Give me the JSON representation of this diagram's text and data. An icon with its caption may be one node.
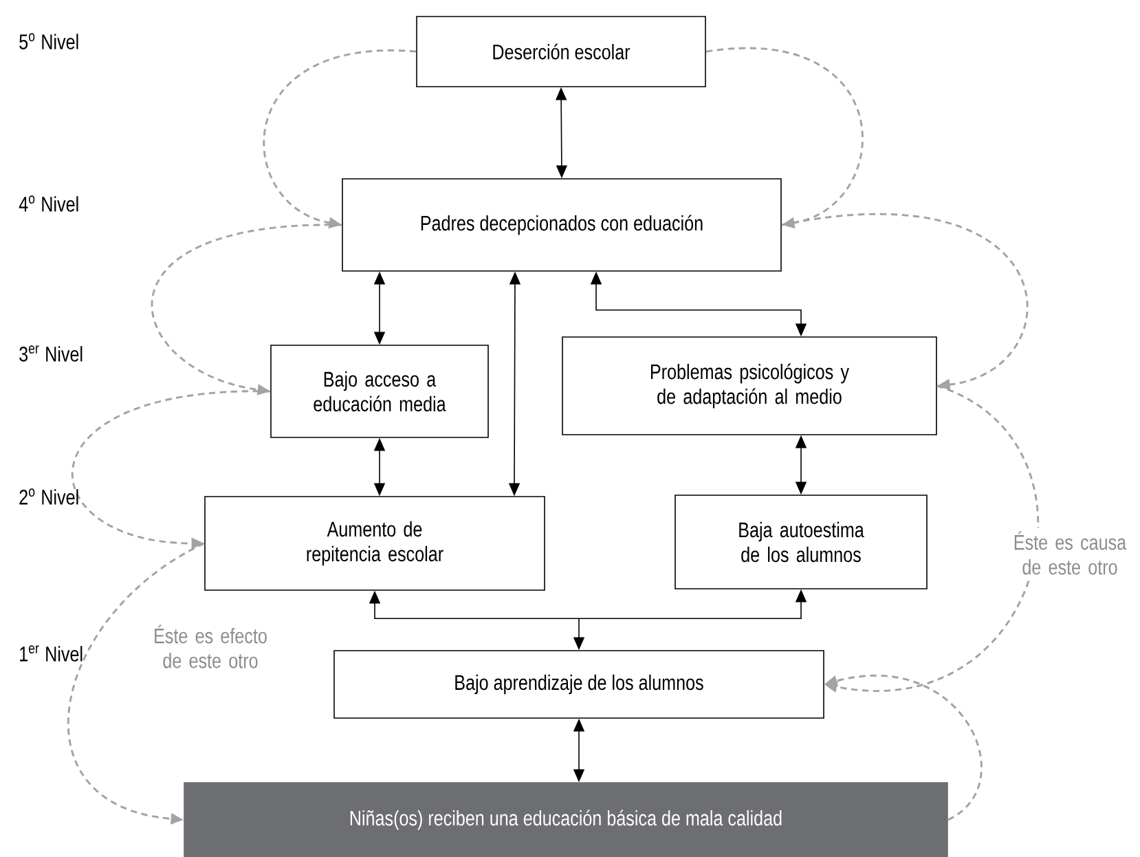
{
  "diagram": {
    "nodes": [
      {
        "text": [
          "Deserción escolar"
        ]
      },
      {
        "text": [
          "Padres decepcionados con eduación"
        ]
      },
      {
        "text": [
          "Bajo acceso a educación media"
        ]
      },
      {
        "text": [
          "Problemas psicológicos y de adaptación al medio"
        ]
      },
      {
        "text": [
          "Aumento de repitencia escolar"
        ]
      },
      {
        "text": [
          "Baja autoestima de los alumnos"
        ]
      },
      {
        "text": [
          "Bajo aprendizaje de los alumnos"
        ]
      },
      {
        "text": [
          "Niñas(os) reciben una educación básica de mala calidad"
        ]
      }
    ],
    "edges": [
      {
        "from": 0,
        "to": 1,
        "arrow": "both"
      },
      {
        "from": 1,
        "to": 2,
        "arrow": "both"
      },
      {
        "from": 1,
        "to": 4,
        "arrow": "both"
      },
      {
        "from": 1,
        "to": 3,
        "arrow": "both"
      },
      {
        "from": 2,
        "to": 4,
        "arrow": "both"
      },
      {
        "from": 3,
        "to": 5,
        "arrow": "both"
      },
      {
        "from": 4,
        "to": 6,
        "arrow": "both"
      },
      {
        "from": 5,
        "to": 6,
        "arrow": "both"
      },
      {
        "from": 6,
        "to": 7,
        "arrow": "both"
      },
      {
        "from": 0,
        "to": 1,
        "arrow": "to",
        "style": "dashed",
        "color": "#a3a3a3"
      },
      {
        "from": 0,
        "to": 1,
        "arrow": "to",
        "style": "dashed",
        "color": "#a3a3a3"
      },
      {
        "from": 1,
        "to": 2,
        "arrow": "to",
        "style": "dashed",
        "color": "#a3a3a3"
      },
      {
        "from": 1,
        "to": 3,
        "arrow": "to",
        "style": "dashed",
        "color": "#a3a3a3"
      },
      {
        "from": 2,
        "to": 4,
        "arrow": "to",
        "style": "dashed",
        "color": "#a3a3a3"
      },
      {
        "from": 3,
        "to": 6,
        "arrow": "to",
        "style": "dashed",
        "color": "#a3a3a3",
        "label": "Éste es causa de este otro"
      },
      {
        "from": 4,
        "to": 7,
        "arrow": "to",
        "style": "dashed",
        "color": "#a3a3a3"
      },
      {
        "from": 7,
        "to": 6,
        "arrow": "to",
        "style": "dashed",
        "color": "#a3a3a3"
      }
    ],
    "labels": [
      "5$^{o}$ Nivel",
      "4$^{o}$ Nivel",
      "3$^{er}$ Nivel",
      "2$^{o}$ Nivel",
      "1$^{er}$ Nivel",
      "Éste es efecto de este otro"
    ]
  }
}
